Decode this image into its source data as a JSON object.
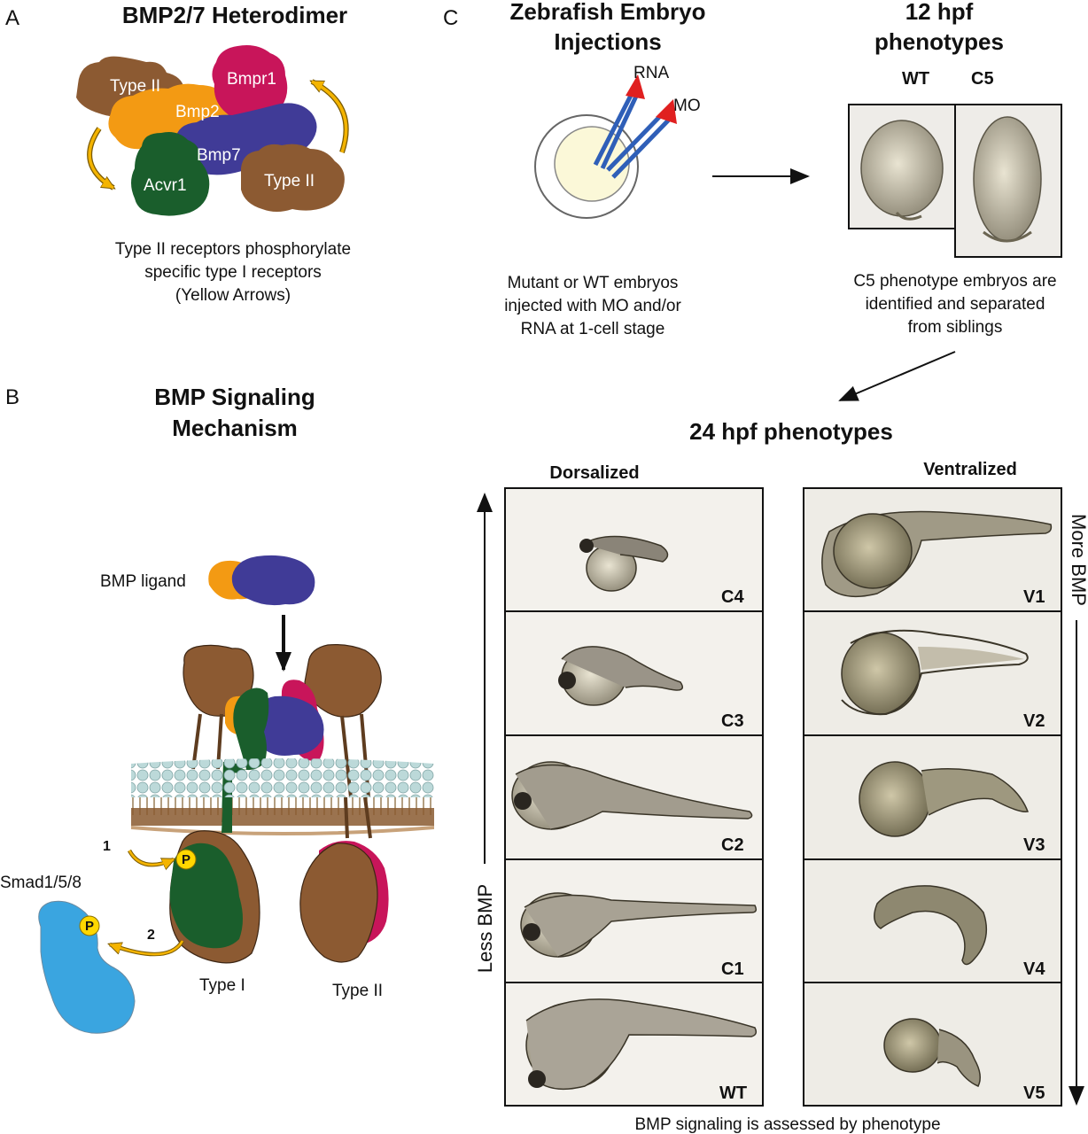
{
  "panelA": {
    "letter": "A",
    "title": "BMP2/7 Heterodimer",
    "labels": {
      "typeii_top": "Type II",
      "bmp2": "Bmp2",
      "bmpr1": "Bmpr1",
      "bmp7": "Bmp7",
      "acvr1": "Acvr1",
      "typeii_bottom": "Type II"
    },
    "caption": [
      "Type II receptors phosphorylate",
      "specific type I receptors",
      "(Yellow Arrows)"
    ],
    "colors": {
      "type_ii": "#8c5a32",
      "bmp2": "#f39a13",
      "bmpr1": "#c8155a",
      "bmp7": "#403b97",
      "acvr1": "#1a5e2c",
      "arrow": "#f4b400"
    }
  },
  "panelB": {
    "letter": "B",
    "title": [
      "BMP Signaling",
      "Mechanism"
    ],
    "ligand_label": "BMP ligand",
    "step1": "1",
    "step2": "2",
    "phospho": "P",
    "smad_label": "Smad1/5/8",
    "type_i_label": "Type I",
    "type_ii_label": "Type II",
    "colors": {
      "smad": "#3aa5e0",
      "phospho": "#ffd700",
      "membrane_head": "#b8d7d7",
      "membrane_tail": "#8a6b3e"
    }
  },
  "panelC": {
    "letter": "C",
    "injection_title": [
      "Zebrafish Embryo",
      "Injections"
    ],
    "rna_label": "RNA",
    "mo_label": "MO",
    "injection_caption": [
      "Mutant or WT embryos",
      "injected with MO and/or",
      "RNA at 1-cell stage"
    ],
    "hpf12_title": [
      "12 hpf",
      "phenotypes"
    ],
    "hpf12_labels": [
      "WT",
      "C5"
    ],
    "hpf12_caption": [
      "C5 phenotype embryos are",
      "identified and separated",
      "from siblings"
    ],
    "hpf24_title": "24 hpf phenotypes",
    "dorsalized_title": "Dorsalized",
    "ventralized_title": "Ventralized",
    "dorsal_labels": [
      "C4",
      "C3",
      "C2",
      "C1",
      "WT"
    ],
    "ventral_labels": [
      "V1",
      "V2",
      "V3",
      "V4",
      "V5"
    ],
    "less_bmp": "Less BMP",
    "more_bmp": "More BMP",
    "bottom_caption": "BMP signaling is assessed by phenotype"
  }
}
